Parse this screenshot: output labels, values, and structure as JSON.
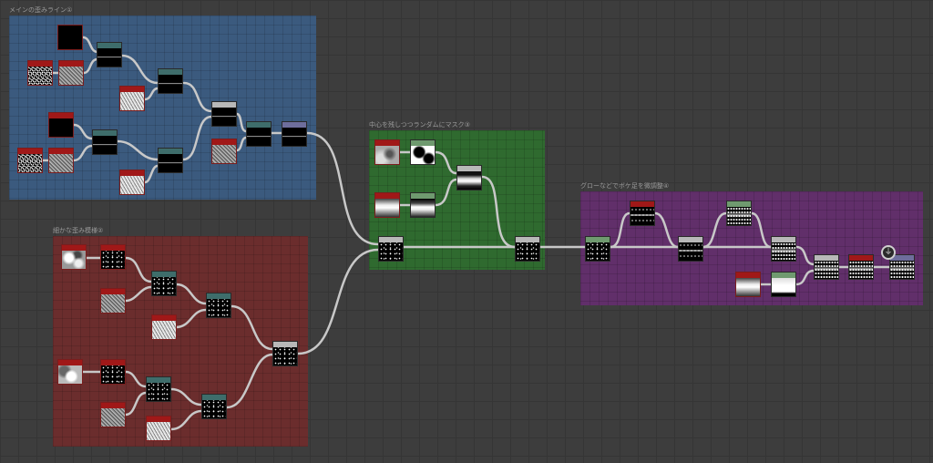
{
  "groups": [
    {
      "id": "g1",
      "title": "メインの歪みライン①",
      "color": "#3b5a7e"
    },
    {
      "id": "g2",
      "title": "細かな歪み模様②",
      "color": "#6b2d2d"
    },
    {
      "id": "g3",
      "title": "中心を残しつつランダムにマスク③",
      "color": "#2f6a2f"
    },
    {
      "id": "g4",
      "title": "グローなどでボケ足を微調整④",
      "color": "#612f6a"
    }
  ],
  "output_node": {
    "icon": "output-icon",
    "glyph": "⏚"
  },
  "wire_color": "#c8c8c8",
  "header_colors": {
    "red": "#a01818",
    "teal": "#3e6d6b",
    "grey": "#b8b8b8",
    "violet": "#6e6e9c",
    "green": "#6f9a6f"
  }
}
